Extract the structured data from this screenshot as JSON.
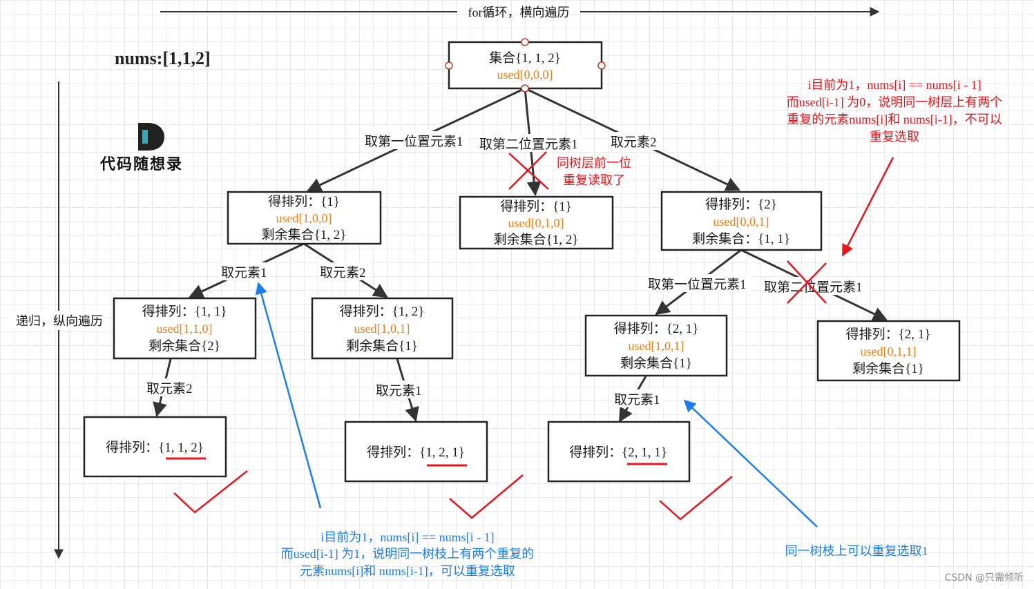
{
  "title": "nums:[1,1,2]",
  "top_axis_label": "for循环，横向遍历",
  "side_axis_label": "递归，纵向遍历",
  "logo": {
    "letter": "D",
    "text": "代码随想录"
  },
  "watermark": "CSDN @只需倾听",
  "colors": {
    "used": "#ef7e0f",
    "red": "#e8141c",
    "blue": "#1a7df0",
    "arrow": "#333333"
  },
  "nodes": {
    "root": {
      "line1": "集合{1, 1, 2}",
      "line2": "used[0,0,0]"
    },
    "n1": {
      "line1": "得排列：{1}",
      "line2": "used[1,0,0]",
      "line3": "剩余集合{1, 2}"
    },
    "n2": {
      "line1": "得排列：{1}",
      "line2": "used[0,1,0]",
      "line3": "剩余集合{1, 2}"
    },
    "n3": {
      "line1": "得排列：{2}",
      "line2": "used[0,0,1]",
      "line3": "剩余集合：{1, 1}"
    },
    "n11": {
      "line1": "得排列：{1, 1}",
      "line2": "used[1,1,0]",
      "line3": "剩余集合{2}"
    },
    "n12": {
      "line1": "得排列：{1, 2}",
      "line2": "used[1,0,1]",
      "line3": "剩余集合{1}"
    },
    "n31": {
      "line1": "得排列：{2, 1}",
      "line2": "used[1,0,1]",
      "line3": "剩余集合{1}"
    },
    "n32": {
      "line1": "得排列：{2, 1}",
      "line2": "used[0,1,1]",
      "line3": "剩余集合{1}"
    },
    "leaf1": {
      "line1": "得排列：{1, 1, 2}"
    },
    "leaf2": {
      "line1": "得排列：{1, 2, 1}"
    },
    "leaf3": {
      "line1": "得排列：{2, 1, 1}"
    }
  },
  "edges": {
    "root_n1": "取第一位置元素1",
    "root_n2": "取第二位置元素1",
    "root_n3": "取元素2",
    "n1_n11": "取元素1",
    "n1_n12": "取元素2",
    "n3_n31": "取第一位置元素1",
    "n3_n32": "取第二位置元素1",
    "n11_leaf1": "取元素2",
    "n12_leaf2": "取元素1",
    "n31_leaf3": "取元素1"
  },
  "notes": {
    "same_layer": [
      "同树层前一位",
      "重复读取了"
    ],
    "red_explain": [
      "i目前为1，nums[i] == nums[i - 1]",
      "而used[i-1] 为0，说明同一树层上有两个",
      "重复的元素nums[i]和 nums[i-1]，不可以",
      "重复选取"
    ],
    "blue_explain": [
      "i目前为1，nums[i] == nums[i - 1]",
      "而used[i-1] 为1，说明同一树枝上有两个重复的",
      "元素nums[i]和 nums[i-1]，可以重复选取"
    ],
    "same_branch": "同一树枝上可以重复选取1"
  }
}
